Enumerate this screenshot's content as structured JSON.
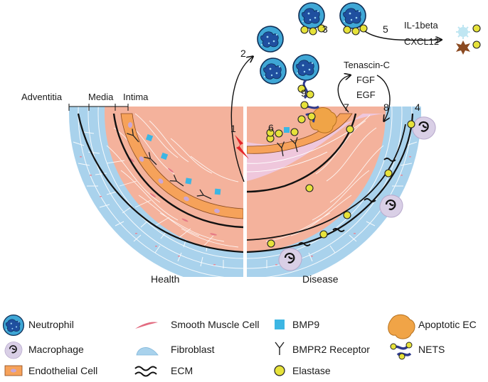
{
  "layers": {
    "adventitia": "Adventitia",
    "media": "Media",
    "intima": "Intima"
  },
  "panels": {
    "health": "Health",
    "disease": "Disease"
  },
  "steps": [
    "1",
    "2",
    "3",
    "4",
    "5",
    "6",
    "7",
    "8",
    "9"
  ],
  "mediators": {
    "cytokines": [
      "IL-1beta",
      "CXCL12"
    ],
    "growth_factors": [
      "Tenascin-C",
      "FGF",
      "EGF"
    ]
  },
  "legend": [
    {
      "key": "neutrophil",
      "label": "Neutrophil"
    },
    {
      "key": "smooth-muscle",
      "label": "Smooth Muscle Cell"
    },
    {
      "key": "bmp9",
      "label": "BMP9"
    },
    {
      "key": "apoptotic-ec",
      "label": "Apoptotic EC"
    },
    {
      "key": "macrophage",
      "label": "Macrophage"
    },
    {
      "key": "fibroblast",
      "label": "Fibroblast"
    },
    {
      "key": "bmpr2",
      "label": "BMPR2 Receptor"
    },
    {
      "key": "nets",
      "label": "NETS"
    },
    {
      "key": "endothelial",
      "label": "Endothelial Cell"
    },
    {
      "key": "ecm",
      "label": "ECM"
    },
    {
      "key": "elastase",
      "label": "Elastase"
    }
  ],
  "colors": {
    "adventitia": "#a9d2ec",
    "media": "#f4b29c",
    "intima_cell": "#f6a25a",
    "elastase": "#e6e23a",
    "neutrophil": "#3fa7d6",
    "neutrophil_nucleus": "#1f4f9f",
    "bmp9": "#3cb6e3",
    "nets": "#2e3a8c",
    "apoptotic": "#f0a447",
    "macrophage": "#d9cfe6",
    "lesion": "#efc7dc",
    "injury": "#e5262a"
  }
}
